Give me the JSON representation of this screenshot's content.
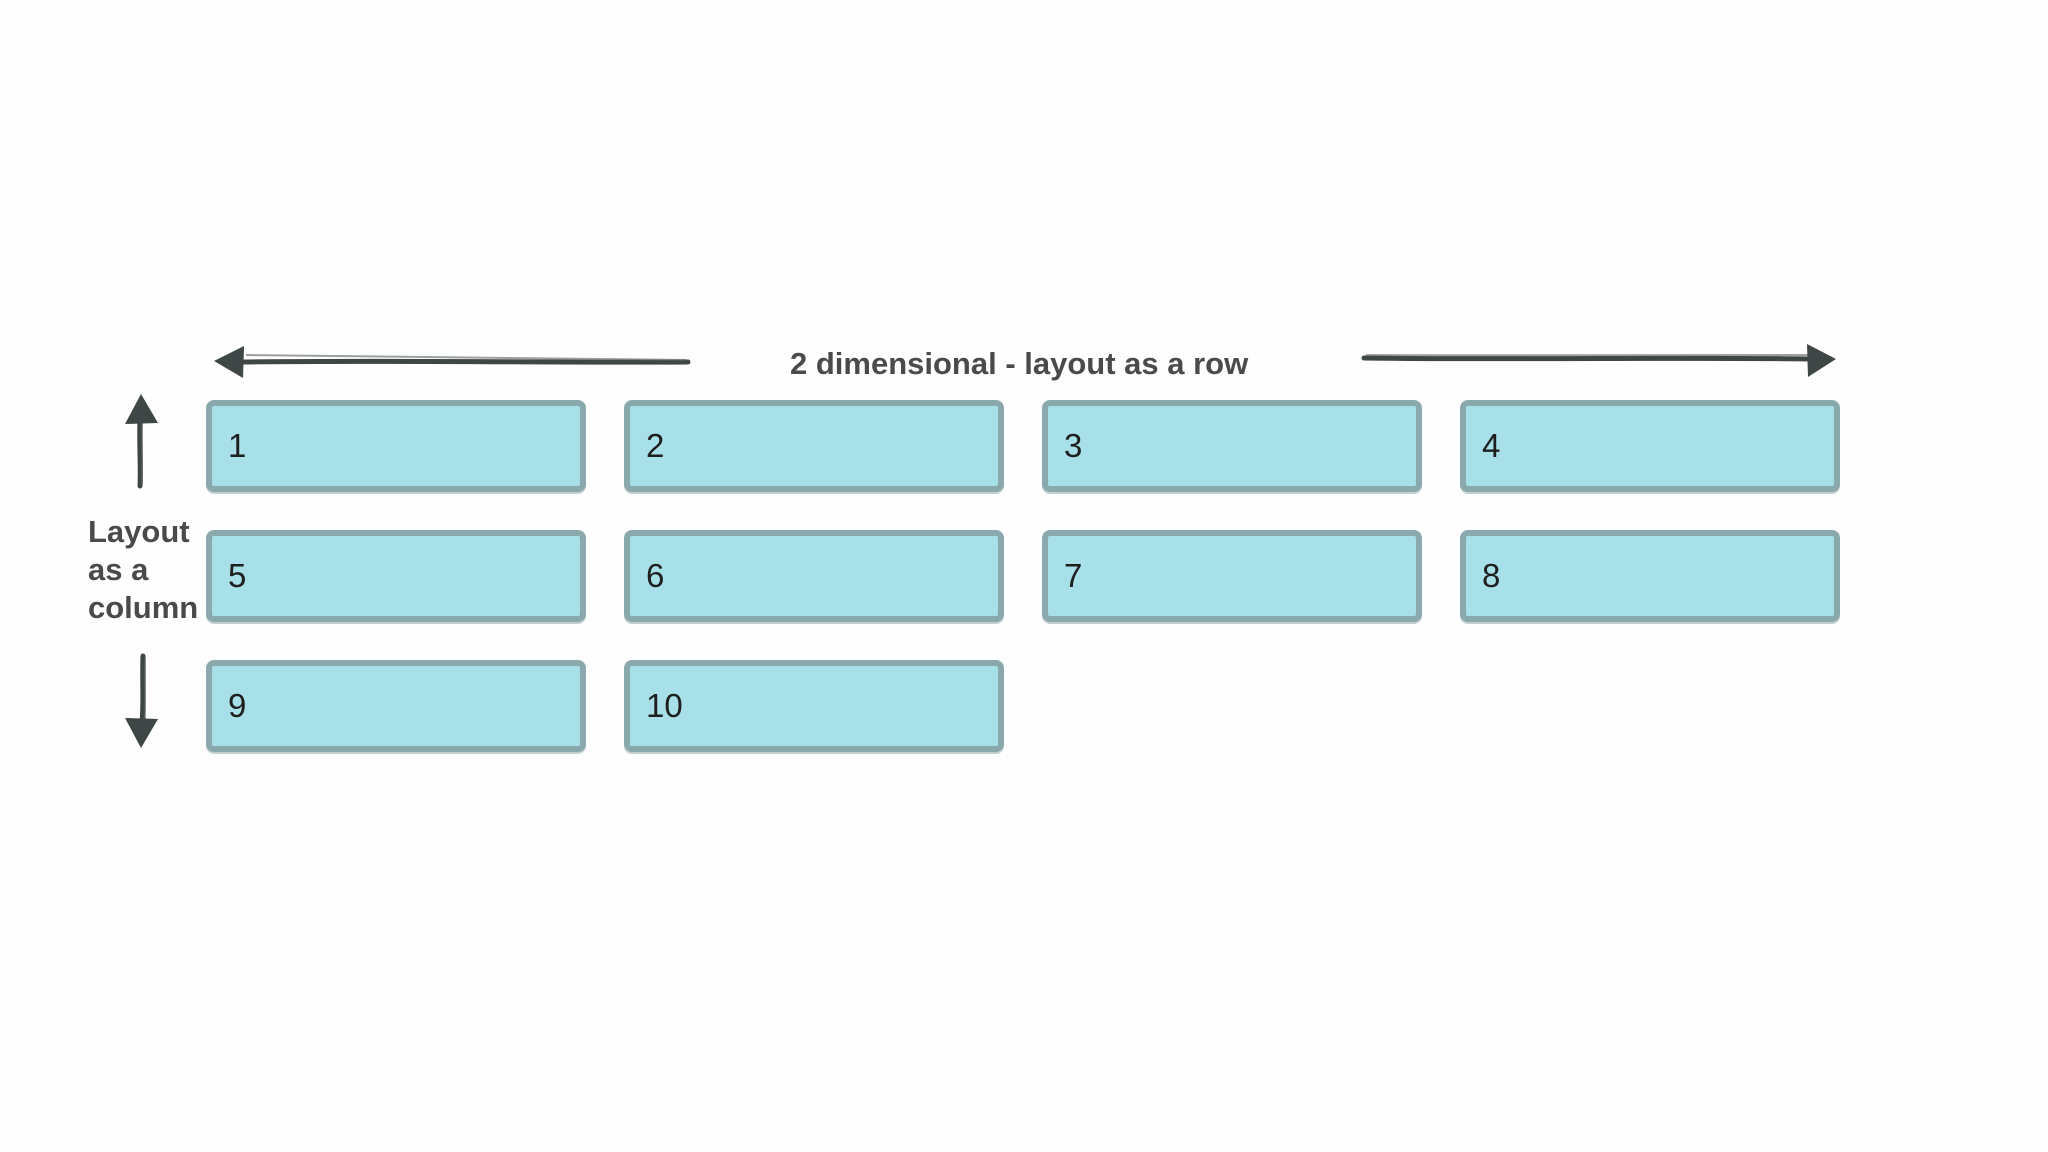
{
  "row_label": "2 dimensional - layout as a row",
  "column_label": [
    "Layout",
    "as a",
    "column"
  ],
  "cells": [
    "1",
    "2",
    "3",
    "4",
    "5",
    "6",
    "7",
    "8",
    "9",
    "10"
  ],
  "colors": {
    "cell_fill": "#a7e0e8",
    "cell_border": "#8aa9ad",
    "text": "#4a4a4a",
    "arrow": "#3f4646"
  },
  "icons": {
    "row_left": "arrow-left-icon",
    "row_right": "arrow-right-icon",
    "col_up": "arrow-up-icon",
    "col_down": "arrow-down-icon"
  }
}
